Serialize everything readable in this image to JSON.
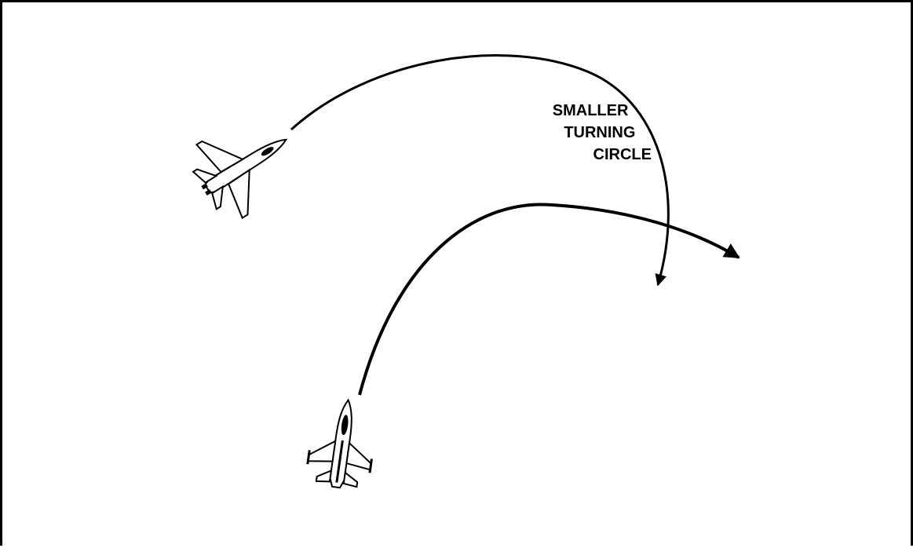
{
  "diagram": {
    "label_lines": [
      "SMALLER",
      "TURNING",
      "CIRCLE"
    ],
    "colors": {
      "ink": "#000000",
      "paper": "#ffffff"
    },
    "icons": {
      "upper_aircraft": "fighter-jet-swept-wing-icon",
      "lower_aircraft": "fighter-jet-delta-wing-icon"
    }
  }
}
